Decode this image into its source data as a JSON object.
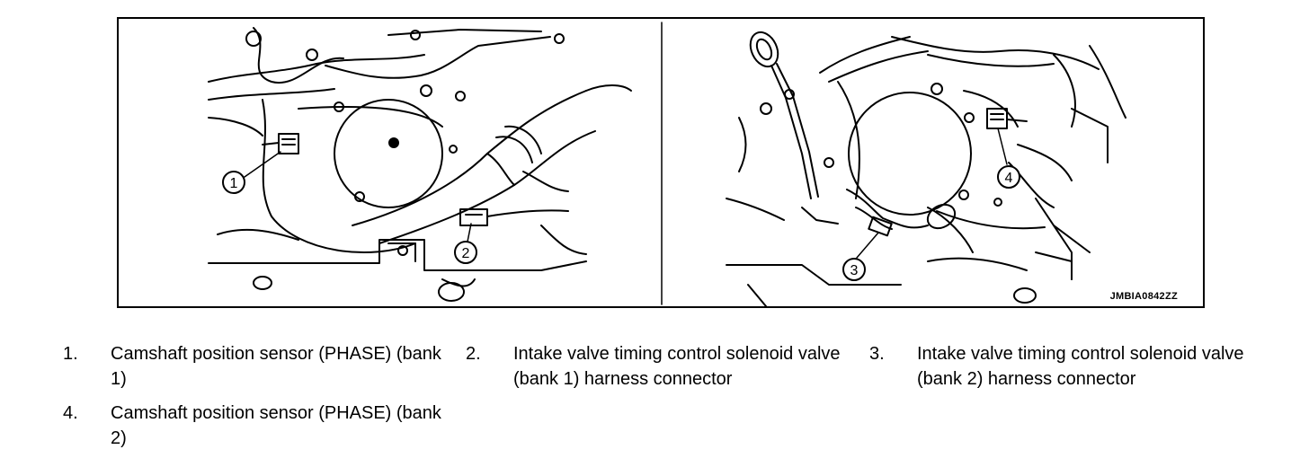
{
  "figure_code": "JMBIA0842ZZ",
  "callouts": [
    "1",
    "2",
    "3",
    "4"
  ],
  "legend": [
    {
      "num": "1.",
      "text": "Camshaft position sensor (PHASE) (bank 1)"
    },
    {
      "num": "2.",
      "text": "Intake valve timing control solenoid valve (bank 1) harness connector"
    },
    {
      "num": "3.",
      "text": "Intake valve timing control solenoid valve (bank 2) harness connector"
    },
    {
      "num": "4.",
      "text": "Camshaft position sensor (PHASE) (bank 2)"
    }
  ]
}
